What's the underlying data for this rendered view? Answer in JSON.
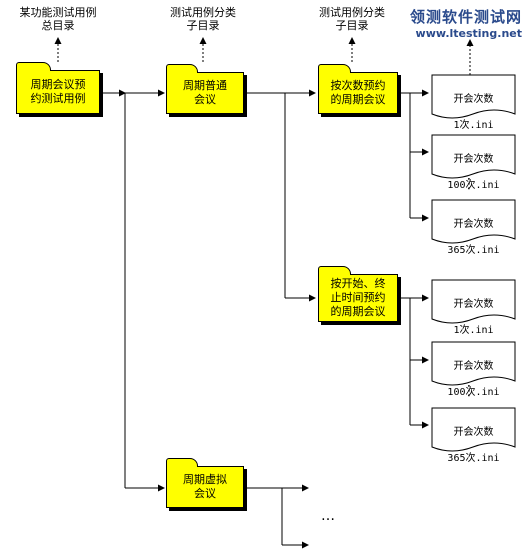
{
  "top_labels": {
    "col1": "某功能测试用例\n总目录",
    "col2": "测试用例分类\n子目录",
    "col3": "测试用例分类\n子目录"
  },
  "watermark": {
    "line1": "领测软件测试网",
    "line2": "www.ltesting.net"
  },
  "folders": {
    "root": "周期会议预\n约测试用例",
    "normal": "周期普通\n会议",
    "by_count": "按次数预约\n的周期会议",
    "by_time": "按开始、终\n止时间预约\n的周期会议",
    "virtual": "周期虚拟\n会议"
  },
  "files": {
    "a1": {
      "title": "开会次数",
      "name": "1次.ini"
    },
    "a2": {
      "title": "开会次数",
      "name": "100次.ini"
    },
    "a3": {
      "title": "开会次数",
      "name": "365次.ini"
    },
    "b1": {
      "title": "开会次数",
      "name": "1次.ini"
    },
    "b2": {
      "title": "开会次数",
      "name": "100次.ini"
    },
    "b3": {
      "title": "开会次数",
      "name": "365次.ini"
    }
  },
  "ellipsis_vertical": "⋮",
  "ellipsis_horizontal": "…"
}
